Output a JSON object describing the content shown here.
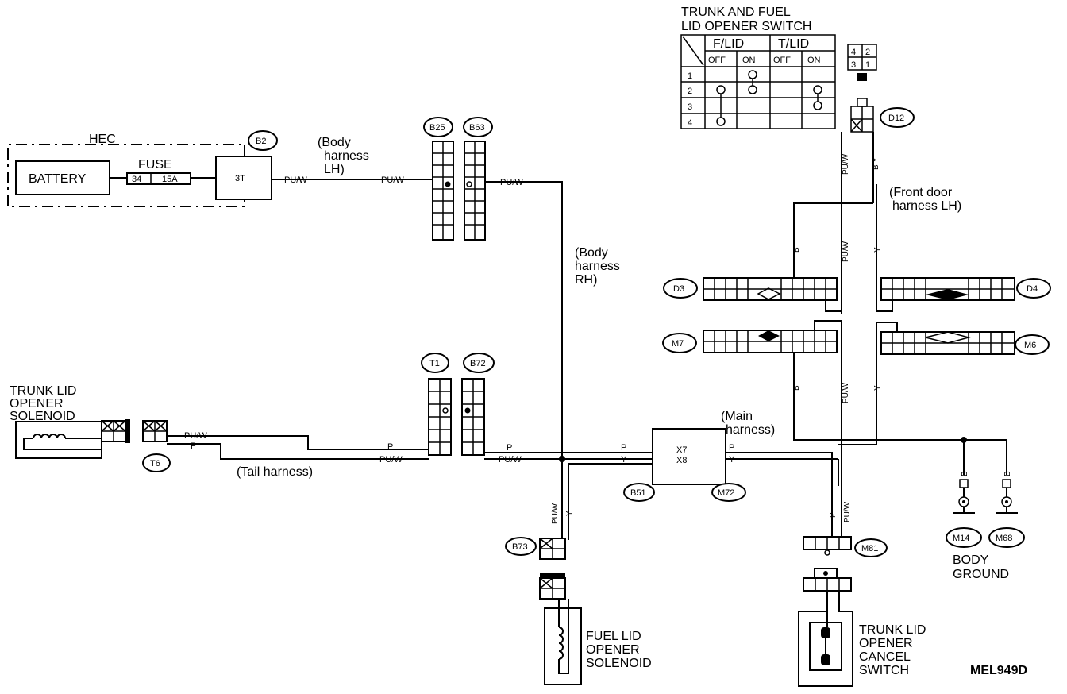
{
  "switch_table": {
    "title_line1": "TRUNK AND FUEL",
    "title_line2": "LID OPENER SWITCH",
    "col_group1": "F/LID",
    "col_group2": "T/LID",
    "sub_cols": [
      "OFF",
      "ON",
      "OFF",
      "ON"
    ],
    "rows": [
      "1",
      "2",
      "3",
      "4"
    ]
  },
  "pin_grid": [
    "4",
    "2",
    "3",
    "1"
  ],
  "labels": {
    "hec": "HEC",
    "battery": "BATTERY",
    "fuse": "FUSE",
    "fuse_no": "34",
    "fuse_rating": "15A",
    "fuse_box_pin": "3T",
    "body_harness_lh_1": "(Body",
    "body_harness_lh_2": "harness",
    "body_harness_lh_3": "LH)",
    "body_harness_rh_1": "(Body",
    "body_harness_rh_2": "harness",
    "body_harness_rh_3": "RH)",
    "front_door_1": "(Front door",
    "front_door_2": "harness LH)",
    "main_harness_1": "(Main",
    "main_harness_2": "harness)",
    "tail_harness": "(Tail harness)",
    "trunk_sol_1": "TRUNK LID",
    "trunk_sol_2": "OPENER",
    "trunk_sol_3": "SOLENOID",
    "fuel_sol_1": "FUEL LID",
    "fuel_sol_2": "OPENER",
    "fuel_sol_3": "SOLENOID",
    "cancel_1": "TRUNK LID",
    "cancel_2": "OPENER",
    "cancel_3": "CANCEL",
    "cancel_4": "SWITCH",
    "ground_1": "BODY",
    "ground_2": "GROUND",
    "figure_code": "MEL949D"
  },
  "connectors": {
    "b2": "B2",
    "b25": "B25",
    "b63": "B63",
    "d12": "D12",
    "d3": "D3",
    "d4": "D4",
    "m7": "M7",
    "m6": "M6",
    "t1": "T1",
    "b72": "B72",
    "t6": "T6",
    "b51": "B51",
    "m72": "M72",
    "b73": "B73",
    "m81": "M81",
    "m14": "M14",
    "m68": "M68"
  },
  "wires": {
    "puw": "PU/W",
    "p": "P",
    "y": "Y",
    "b": "B",
    "by": "B Y",
    "x7": "X7",
    "x8": "X8"
  }
}
